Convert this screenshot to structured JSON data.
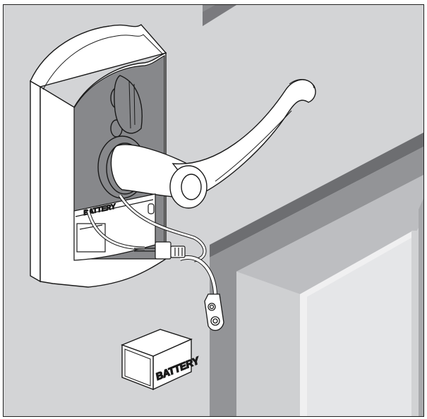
{
  "diagram": {
    "subject": "Electronic lever lock battery installation",
    "labels": {
      "compartment_label": "BATTERY",
      "battery_label": "BATTERY"
    },
    "colors": {
      "wall": "#d3d4d6",
      "escutcheon_face": "#87888b",
      "door_edge_dark": "#6d6e71",
      "door_frame_mid": "#939497",
      "door_panel_light": "#e5e6e8",
      "line": "#1a1a1a",
      "part_fill": "#ffffff"
    },
    "components": [
      "escutcheon-plate",
      "thumb-turn",
      "lever-handle",
      "battery-compartment",
      "wire-harness-connector",
      "battery-snap-connector",
      "9v-battery",
      "door-frame"
    ]
  }
}
